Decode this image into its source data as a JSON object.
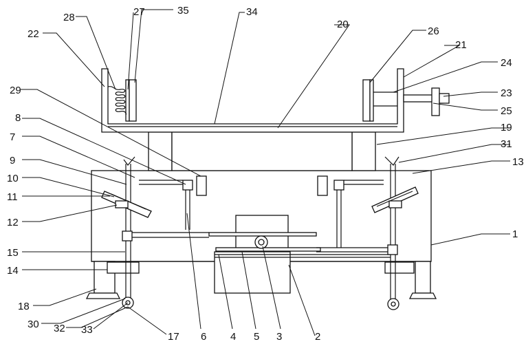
{
  "figure": {
    "labels": [
      "1",
      "2",
      "3",
      "4",
      "5",
      "6",
      "7",
      "8",
      "9",
      "10",
      "11",
      "12",
      "13",
      "14",
      "15",
      "17",
      "18",
      "19",
      "20",
      "21",
      "22",
      "23",
      "24",
      "25",
      "26",
      "27",
      "28",
      "29",
      "30",
      "31",
      "32",
      "33",
      "34",
      "35"
    ]
  }
}
